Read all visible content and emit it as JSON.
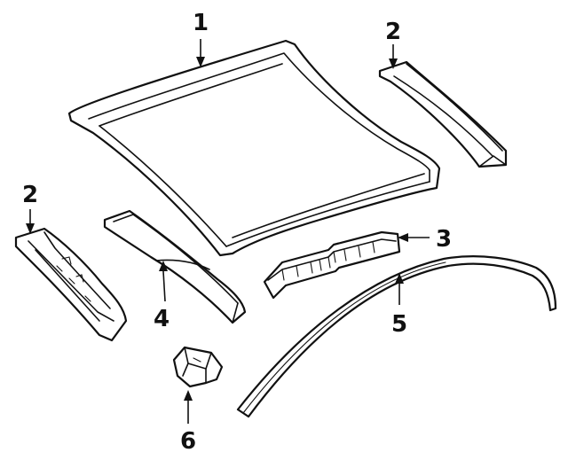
{
  "colors": {
    "ink": "#111111",
    "paper": "#ffffff"
  },
  "callouts": [
    {
      "id": "c1",
      "label": "1"
    },
    {
      "id": "c2a",
      "label": "2"
    },
    {
      "id": "c2b",
      "label": "2"
    },
    {
      "id": "c3",
      "label": "3"
    },
    {
      "id": "c4",
      "label": "4"
    },
    {
      "id": "c5",
      "label": "5"
    },
    {
      "id": "c6",
      "label": "6"
    }
  ]
}
